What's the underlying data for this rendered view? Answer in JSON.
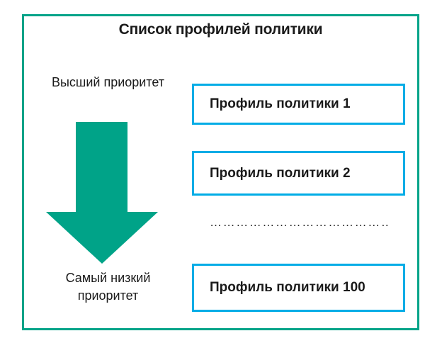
{
  "panel": {
    "title": "Список профилей политики",
    "frame_color": "#00a388",
    "background": "#ffffff"
  },
  "priority_axis": {
    "high_label": "Высший приоритет",
    "low_label_line1": "Самый низкий",
    "low_label_line2": "приоритет",
    "arrow_direction": "down",
    "arrow_color": "#00a388",
    "arrow_icon": "down-arrow-icon"
  },
  "profiles": {
    "box_border_color": "#00ace6",
    "items": [
      {
        "label": "Профиль политики 1"
      },
      {
        "label": "Профиль политики 2"
      },
      {
        "label": "Профиль политики 100"
      }
    ],
    "continuation": "………………………………………"
  }
}
